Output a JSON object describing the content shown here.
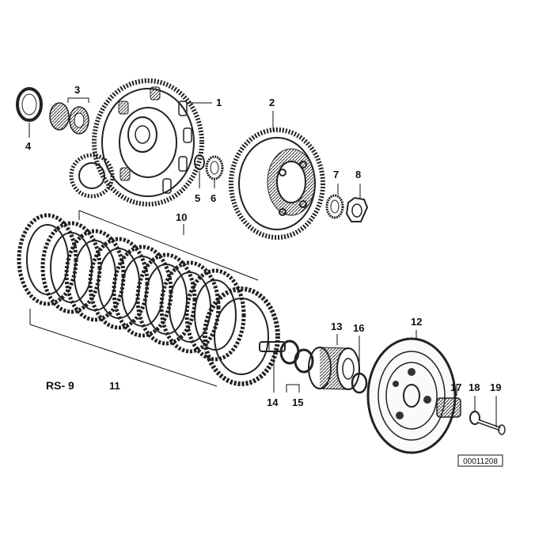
{
  "diagram": {
    "callouts": {
      "p1": "1",
      "p2": "2",
      "p3": "3",
      "p4": "4",
      "p5": "5",
      "p6": "6",
      "p7": "7",
      "p8": "8",
      "p10": "10",
      "p11": "11",
      "p12": "12",
      "p13": "13",
      "p14": "14",
      "p15": "15",
      "p16": "16",
      "p17": "17",
      "p18": "18",
      "p19": "19"
    },
    "model_label": "RS- 9",
    "drawing_number": "00011208"
  }
}
